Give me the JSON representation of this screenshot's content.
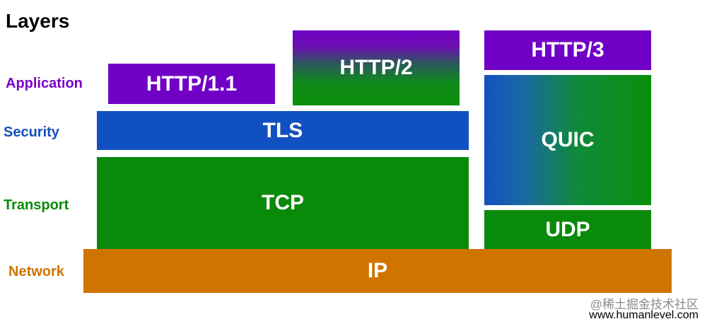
{
  "title": "Layers",
  "layers": {
    "application": "Application",
    "security": "Security",
    "transport": "Transport",
    "network": "Network"
  },
  "boxes": {
    "http11": "HTTP/1.1",
    "http2": "HTTP/2",
    "http3": "HTTP/3",
    "tls": "TLS",
    "tcp": "TCP",
    "quic": "QUIC",
    "udp": "UDP",
    "ip": "IP"
  },
  "watermark": {
    "line1": "@稀土掘金技术社区",
    "line2": "www.humanlevel.com"
  },
  "colors": {
    "application": "#7b00c8",
    "security": "#1550b8",
    "transport": "#0a8a0a",
    "network": "#d07400"
  }
}
